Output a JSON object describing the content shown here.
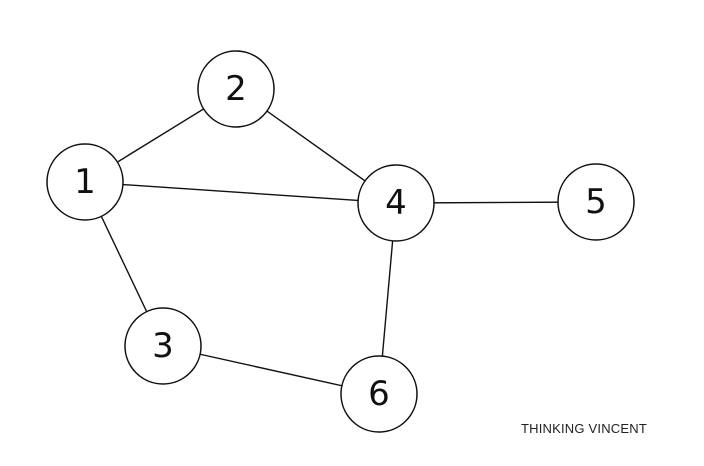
{
  "graph": {
    "nodes": [
      {
        "id": "1",
        "label": "1"
      },
      {
        "id": "2",
        "label": "2"
      },
      {
        "id": "3",
        "label": "3"
      },
      {
        "id": "4",
        "label": "4"
      },
      {
        "id": "5",
        "label": "5"
      },
      {
        "id": "6",
        "label": "6"
      }
    ],
    "edges": [
      {
        "from": "1",
        "to": "2"
      },
      {
        "from": "1",
        "to": "4"
      },
      {
        "from": "1",
        "to": "3"
      },
      {
        "from": "2",
        "to": "4"
      },
      {
        "from": "4",
        "to": "5"
      },
      {
        "from": "4",
        "to": "6"
      },
      {
        "from": "3",
        "to": "6"
      }
    ]
  },
  "watermark": "THINKING VINCENT"
}
